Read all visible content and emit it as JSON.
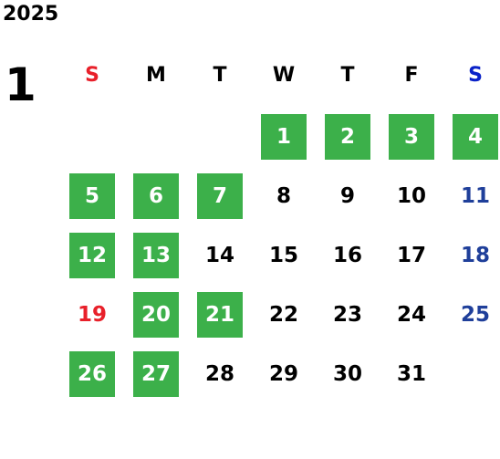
{
  "calendar": {
    "year": "2025",
    "month": "1",
    "weekdays": [
      "S",
      "M",
      "T",
      "W",
      "T",
      "F",
      "S"
    ],
    "weekday_colors": [
      "#e8202a",
      "#000000",
      "#000000",
      "#000000",
      "#000000",
      "#000000",
      "#0a22c8"
    ],
    "highlight_color": "#3cb04a",
    "first_weekday_index": 3,
    "days_in_month": 31,
    "highlighted_days": [
      1,
      2,
      3,
      4,
      5,
      6,
      7,
      12,
      13,
      20,
      21,
      26,
      27
    ],
    "red_days": [
      19
    ],
    "blue_days": [
      11,
      18,
      25
    ]
  }
}
